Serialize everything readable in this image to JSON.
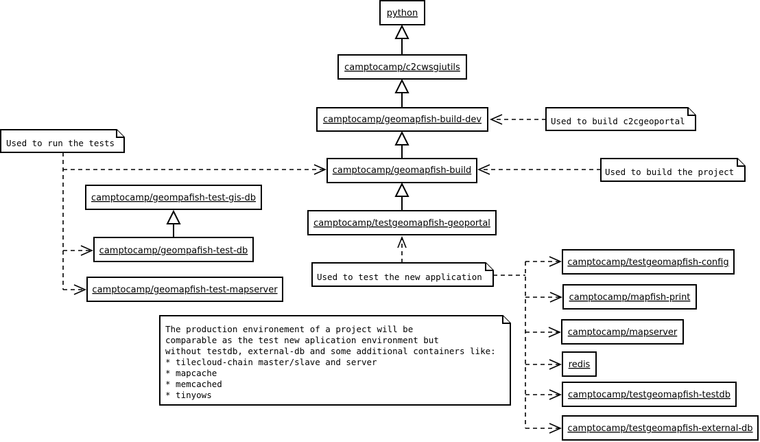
{
  "diagram": {
    "classes": {
      "python": "python",
      "c2cwsgiutils": "camptocamp/c2cwsgiutils",
      "build_dev": "camptocamp/geomapfish-build-dev",
      "build": "camptocamp/geomapfish-build",
      "testgeomapfish_geoportal": "camptocamp/testgeomapfish-geoportal",
      "test_gis_db": "camptocamp/geompafish-test-gis-db",
      "test_db": "camptocamp/geompafish-test-db",
      "test_mapserver": "camptocamp/geomapfish-test-mapserver",
      "testgeomapfish_config": "camptocamp/testgeomapfish-config",
      "mapfish_print": "camptocamp/mapfish-print",
      "mapserver": "camptocamp/mapserver",
      "redis": "redis",
      "testgeomapfish_testdb": "camptocamp/testgeomapfish-testdb",
      "testgeomapfish_external_db": "camptocamp/testgeomapfish-external-db"
    },
    "notes": {
      "run_tests": "Used to run the tests",
      "build_c2cgeoportal": "Used to build c2cgeoportal",
      "build_project": "Used to build the project",
      "test_new_app": "Used to test the new application",
      "production": [
        "The production environement of a project will be",
        "comparable as the test new aplication environment but",
        "without testdb, external-db and some additional containers like:",
        "* tilecloud-chain master/slave and server",
        "* mapcache",
        "* memcached",
        "* tinyows"
      ]
    }
  }
}
